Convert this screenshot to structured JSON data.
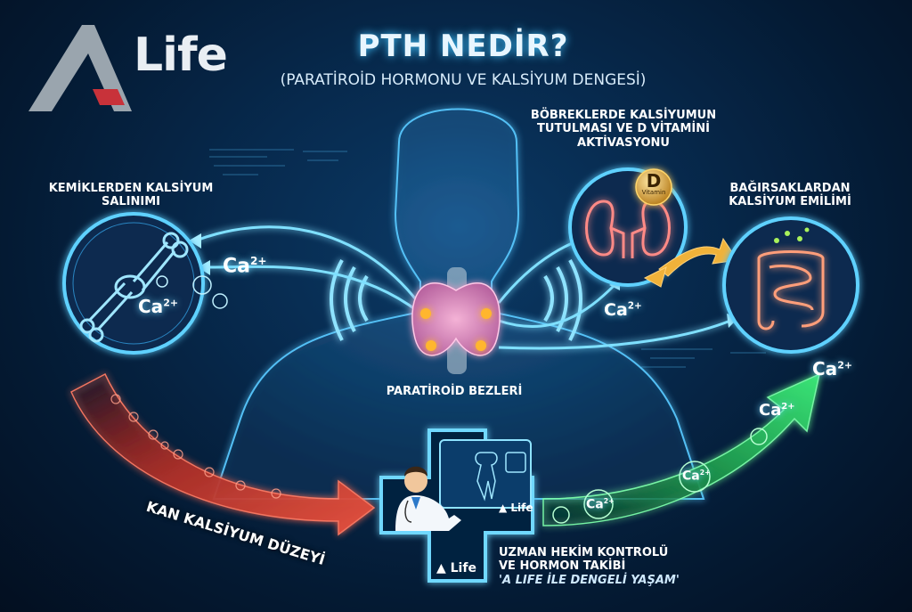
{
  "header": {
    "logo_text": "Life",
    "title": "PTH NEDİR?",
    "subtitle": "(PARATİROİD HORMONU VE KALSİYUM DENGESİ)"
  },
  "labels": {
    "bones": "KEMİKLERDEN KALSİYUM SALINIMI",
    "kidneys": "BÖBREKLERDE KALSİYUMUN TUTULMASI VE D VİTAMİNİ AKTİVASYONU",
    "intestine": "BAĞIRSAKLARDAN KALSİYUM EMİLİMİ",
    "parathyroid": "PARATİROİD BEZLERİ",
    "blood_calcium": "KAN KALSİYUM DÜZEYİ",
    "specialist_line1": "UZMAN HEKİM KONTROLÜ",
    "specialist_line2": "VE HORMON TAKİBİ",
    "specialist_line3": "'A LIFE İLE DENGELİ YAŞAM'"
  },
  "vitamin": {
    "letter": "D",
    "word": "Vitamin"
  },
  "ion": {
    "base": "Ca",
    "charge": "2+"
  },
  "brand_mini": "Life",
  "colors": {
    "glow": "#3fc4ff",
    "red_arrow": "#e2483b",
    "green_arrow": "#2fd46a",
    "gold": "#f0b23a",
    "logo_red": "#c8323a",
    "logo_gray": "#9aa5ae"
  }
}
